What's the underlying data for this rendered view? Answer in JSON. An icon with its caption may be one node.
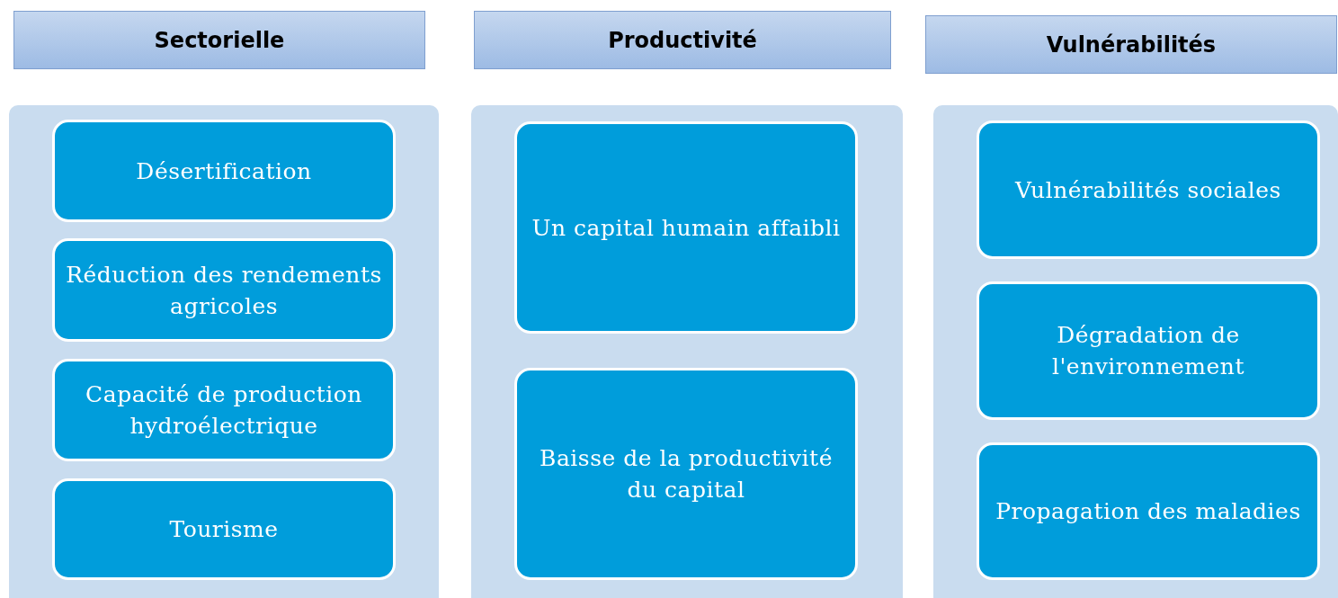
{
  "diagram": {
    "nodes": [
      {
        "text": [
          "Sectorielle"
        ]
      },
      {
        "text": [
          "Productivité"
        ]
      },
      {
        "text": [
          "Vulnérabilités"
        ]
      },
      {
        "text": [],
        "shape": "box"
      },
      {
        "text": [
          "Désertification"
        ],
        "in": 3
      },
      {
        "text": [
          "Réduction des rendements agricoles"
        ],
        "in": 3
      },
      {
        "text": [
          "Capacité de production hydroélectrique"
        ],
        "in": 3
      },
      {
        "text": [
          "Tourisme"
        ],
        "in": 3
      },
      {
        "text": [],
        "shape": "box"
      },
      {
        "text": [
          "Un capital humain affaibli"
        ],
        "in": 8
      },
      {
        "text": [
          "Baisse de la productivité du capital"
        ],
        "in": 8
      },
      {
        "text": [],
        "shape": "box"
      },
      {
        "text": [
          "Vulnérabilités sociales"
        ],
        "in": 11
      },
      {
        "text": [
          "Dégradation de l'environnement"
        ],
        "in": 11
      },
      {
        "text": [
          "Propagation des maladies"
        ],
        "in": 11
      }
    ]
  }
}
